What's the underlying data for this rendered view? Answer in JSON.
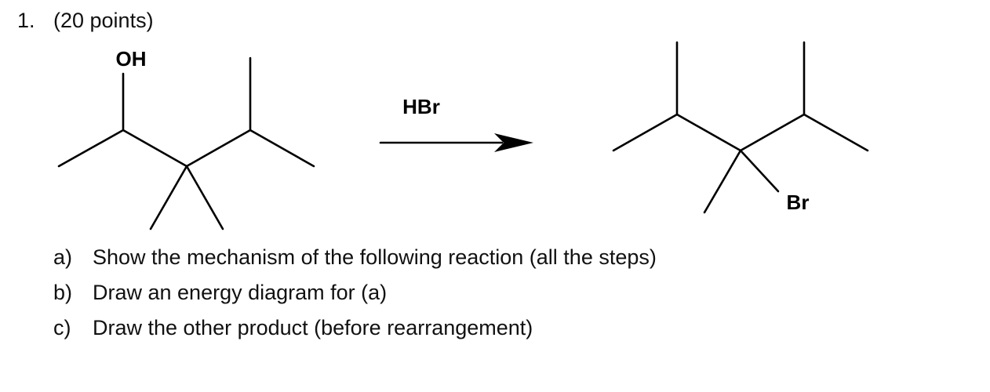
{
  "question": {
    "number": "1.",
    "points": "(20 points)"
  },
  "reaction": {
    "reactant_label": "OH",
    "reagent": "HBr",
    "product_label": "Br"
  },
  "parts": [
    {
      "letter": "a)",
      "text": "Show the mechanism of the following reaction (all the steps)"
    },
    {
      "letter": "b)",
      "text": "Draw an energy diagram for (a)"
    },
    {
      "letter": "c)",
      "text": "Draw  the other product (before rearrangement)"
    }
  ]
}
